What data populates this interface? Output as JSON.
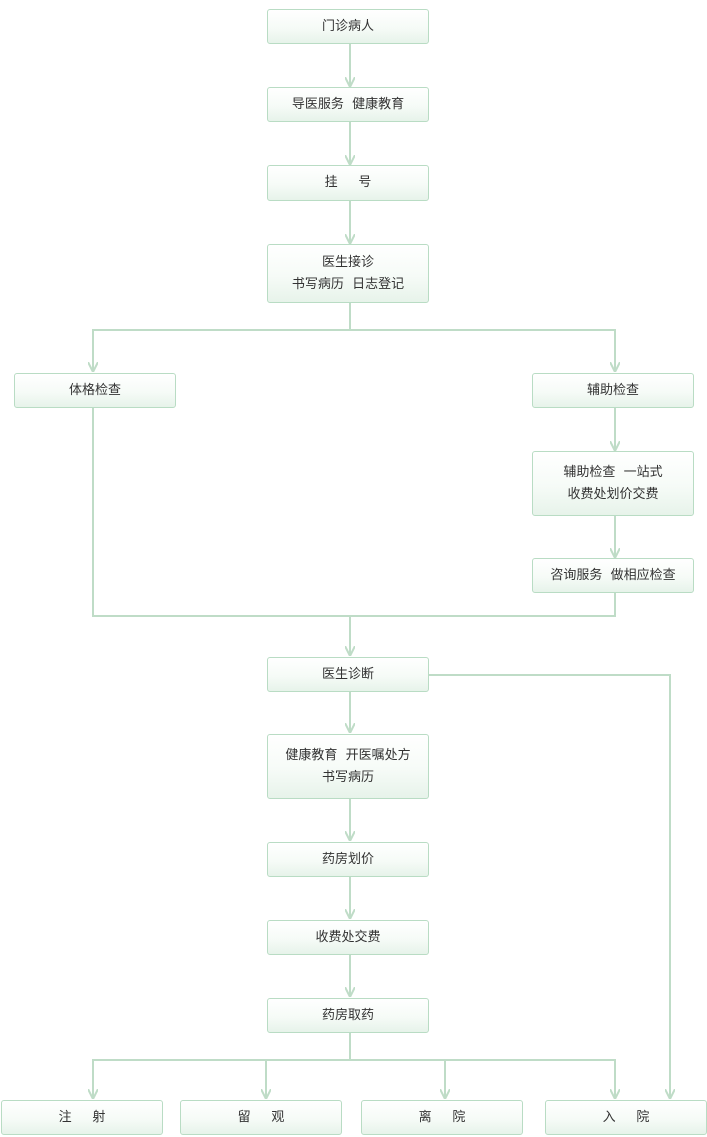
{
  "nodes": {
    "outpatient": "门诊病人",
    "guide": "导医服务  健康教育",
    "register": "挂     号",
    "doctor_visit": {
      "line1": "医生接诊",
      "line2": "书写病历  日志登记"
    },
    "physical_exam": "体格检查",
    "aux_exam": "辅助检查",
    "aux_one_stop": {
      "line1": "辅助检查  一站式",
      "line2": "收费处划价交费"
    },
    "consult": "咨询服务  做相应检查",
    "diagnosis": "医生诊断",
    "prescribe": {
      "line1": "健康教育  开医嘱处方",
      "line2": "书写病历"
    },
    "pharmacy_price": "药房划价",
    "cashier": "收费处交费",
    "pharmacy_pickup": "药房取药",
    "injection": "注     射",
    "observation": "留     观",
    "discharge": "离     院",
    "admission": "入     院"
  },
  "colors": {
    "connector": "#bfdcc7",
    "border": "#b9dcc4",
    "text": "#333333"
  }
}
